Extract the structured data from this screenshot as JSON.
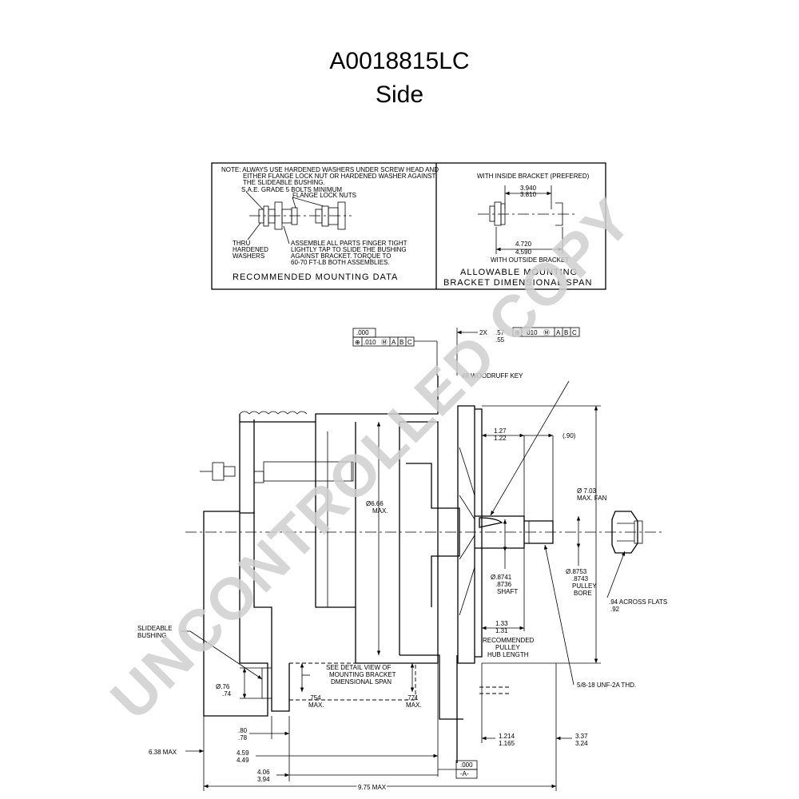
{
  "header": {
    "part_number": "A0018815LC",
    "view": "Side"
  },
  "watermark": "UNCONTROLLED COPY",
  "mounting_box": {
    "note_lines": [
      "NOTE: ALWAYS USE HARDENED WASHERS UNDER SCREW HEAD AND",
      "EITHER FLANGE LOCK NUT OR HARDENED WASHER AGAINST",
      "THE SLIDEABLE BUSHING."
    ],
    "sae_label": "S.A.E. GRADE 5 BOLTS MINIMUM",
    "flange_label": "FLANGE LOCK NUTS",
    "thru_label": [
      "THRU",
      "HARDENED",
      "WASHERS"
    ],
    "assemble_lines": [
      "ASSEMBLE ALL PARTS FINGER TIGHT",
      "LIGHTLY TAP TO SLIDE THE BUSHING",
      "AGAINST BRACKET. TORQUE TO",
      "60-70 FT-LB BOTH ASSEMBLIES."
    ],
    "left_caption": "RECOMMENDED MOUNTING DATA",
    "inside_label": "WITH INSIDE BRACKET (PREFERED)",
    "inside_upper": "3.940",
    "inside_lower": "3.810",
    "outside_upper": "4.720",
    "outside_lower": "4.590",
    "outside_label": "WITH OUTSIDE BRACKET",
    "right_caption_1": "ALLOWABLE MOUNTING",
    "right_caption_2": "BRACKET DIMENSIONAL SPAN"
  },
  "tolerances": {
    "left_basic": ".000",
    "fcf_tol": ".010",
    "fcf_datums": [
      "A",
      "B",
      "C"
    ],
    "pos_symbol": "⊕",
    "mmc_symbol": "Ⓜ",
    "twox_label": "2X",
    "twox_upper": ".57",
    "twox_lower": ".55",
    "datum_a_basic": ".000",
    "datum_a_label": "-A-"
  },
  "callouts": {
    "woodruff": "#8 WOODRUFF KEY",
    "dim_127": "1.27",
    "dim_122": "1.22",
    "dim_090": "(.90)",
    "fan_dia_1": "Ø 7.03",
    "fan_dia_2": "MAX. FAN",
    "body_dia_1": "Ø6.66",
    "body_dia_2": "MAX.",
    "shaft_1": "Ø.8741",
    "shaft_2": ".8736",
    "shaft_3": "SHAFT",
    "bore_1": "Ø.8753",
    "bore_2": ".8743",
    "bore_3": "PULLEY",
    "bore_4": "BORE",
    "flats_1": ".94 ACROSS FLATS",
    "flats_2": ".92",
    "hub_upper": "1.33",
    "hub_lower": "1.31",
    "hub_1": "RECOMMENDED",
    "hub_2": "PULLEY",
    "hub_3": "HUB LENGTH",
    "thread": "5/8-18 UNF-2A THD.",
    "bushing_1": "SLIDEABLE",
    "bushing_2": "BUSHING",
    "bush_dia_1": "Ø.76",
    "bush_dia_2": ".74",
    "detail_1": "SEE DETAIL VIEW OF",
    "detail_2": "MOUNTING BRACKET",
    "detail_3": "DMENSIONAL SPAN",
    "d754_1": ".754",
    "d754_2": "MAX.",
    "d771_1": ".771",
    "d771_2": "MAX.",
    "d80_1": ".80",
    "d80_2": ".78",
    "d459_1": "4.59",
    "d459_2": "4.49",
    "d406_1": "4.06",
    "d406_2": "3.94",
    "d638": "6.38 MAX",
    "d975": "9.75 MAX",
    "d1214_1": "1.214",
    "d1214_2": "1.165",
    "d337_1": "3.37",
    "d337_2": "3.24"
  }
}
